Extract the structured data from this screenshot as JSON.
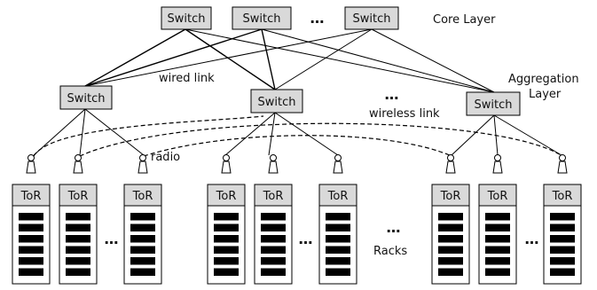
{
  "colors": {
    "box_fill": "#d9d9d9",
    "stroke": "#000000",
    "server_fill": "#000000",
    "background": "#ffffff"
  },
  "core_switches": [
    {
      "label": "Switch"
    },
    {
      "label": "Switch"
    },
    {
      "label": "Switch"
    }
  ],
  "agg_switches": [
    {
      "label": "Switch"
    },
    {
      "label": "Switch"
    },
    {
      "label": "Switch"
    }
  ],
  "tor_groups": [
    {
      "tors": [
        {
          "label": "ToR"
        },
        {
          "label": "ToR"
        },
        {
          "label": "ToR"
        }
      ]
    },
    {
      "tors": [
        {
          "label": "ToR"
        },
        {
          "label": "ToR"
        },
        {
          "label": "ToR"
        }
      ]
    },
    {
      "tors": [
        {
          "label": "ToR"
        },
        {
          "label": "ToR"
        },
        {
          "label": "ToR"
        }
      ]
    }
  ],
  "labels": {
    "core_layer": "Core Layer",
    "aggregation_line1": "Aggregation",
    "aggregation_line2": "Layer",
    "wired_link": "wired link",
    "wireless_link": "wireless link",
    "radio": "radio",
    "racks": "Racks",
    "ellipsis": "…"
  },
  "servers_per_rack": 6
}
